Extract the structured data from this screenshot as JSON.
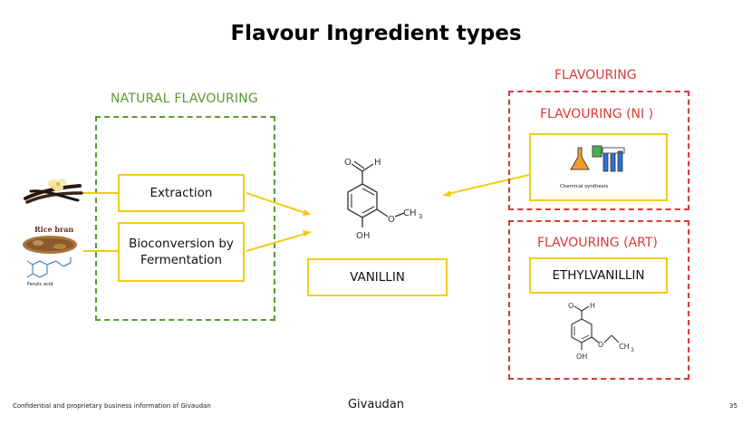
{
  "title": "Flavour Ingredient types",
  "natural": {
    "heading": "NATURAL FLAVOURING",
    "extraction": "Extraction",
    "bioconversion": "Bioconversion by Fermentation",
    "rice_bran_label": "Rice bran",
    "ferulic_label": "Ferulic acid"
  },
  "flavouring": {
    "heading": "FLAVOURING",
    "ni_heading": "FLAVOURING (NI )",
    "chem_label": "Chemical synthesis",
    "art_heading": "FLAVOURING (ART)",
    "ethylvanillin": "ETHYLVANILLIN"
  },
  "center": {
    "vanillin": "VANILLIN"
  },
  "molecule_labels": {
    "o": "O",
    "h": "H",
    "och3": "O",
    "ch3": "CH",
    "sub3": "3",
    "oh": "OH"
  },
  "footer": {
    "confidential": "Confidential and proprietary business information of Givaudan",
    "brand": "Givaudan",
    "page": "35"
  },
  "colors": {
    "natural": "#5a9a2e",
    "flavouring": "#d93a36",
    "box_border": "#f0cc1a"
  }
}
